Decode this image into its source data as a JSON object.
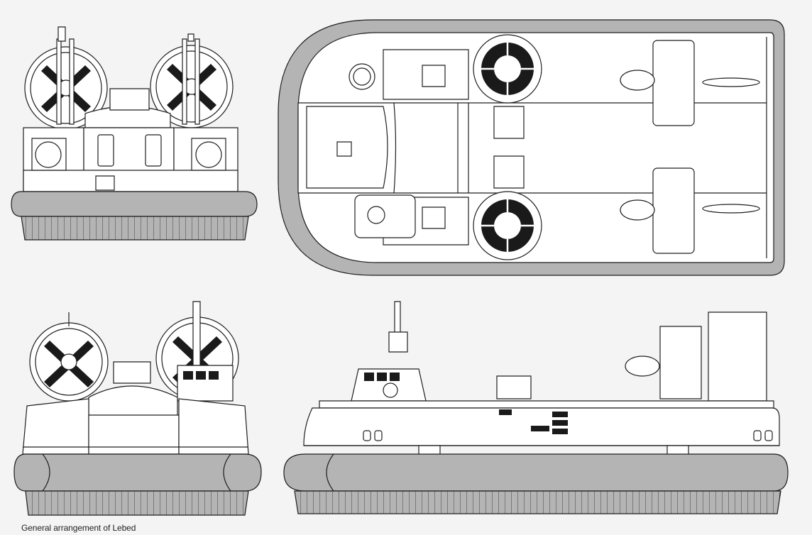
{
  "caption": "General arrangement of Lebed",
  "colors": {
    "background": "#f4f4f4",
    "line": "#1e1e1e",
    "hull_fill": "#ffffff",
    "skirt_fill": "#b4b4b4",
    "blade_fill": "#1a1a1a"
  },
  "views": [
    {
      "id": "rear-elevation",
      "title": ""
    },
    {
      "id": "plan-view",
      "title": ""
    },
    {
      "id": "front-elevation",
      "title": ""
    },
    {
      "id": "side-elevation",
      "title": ""
    }
  ]
}
